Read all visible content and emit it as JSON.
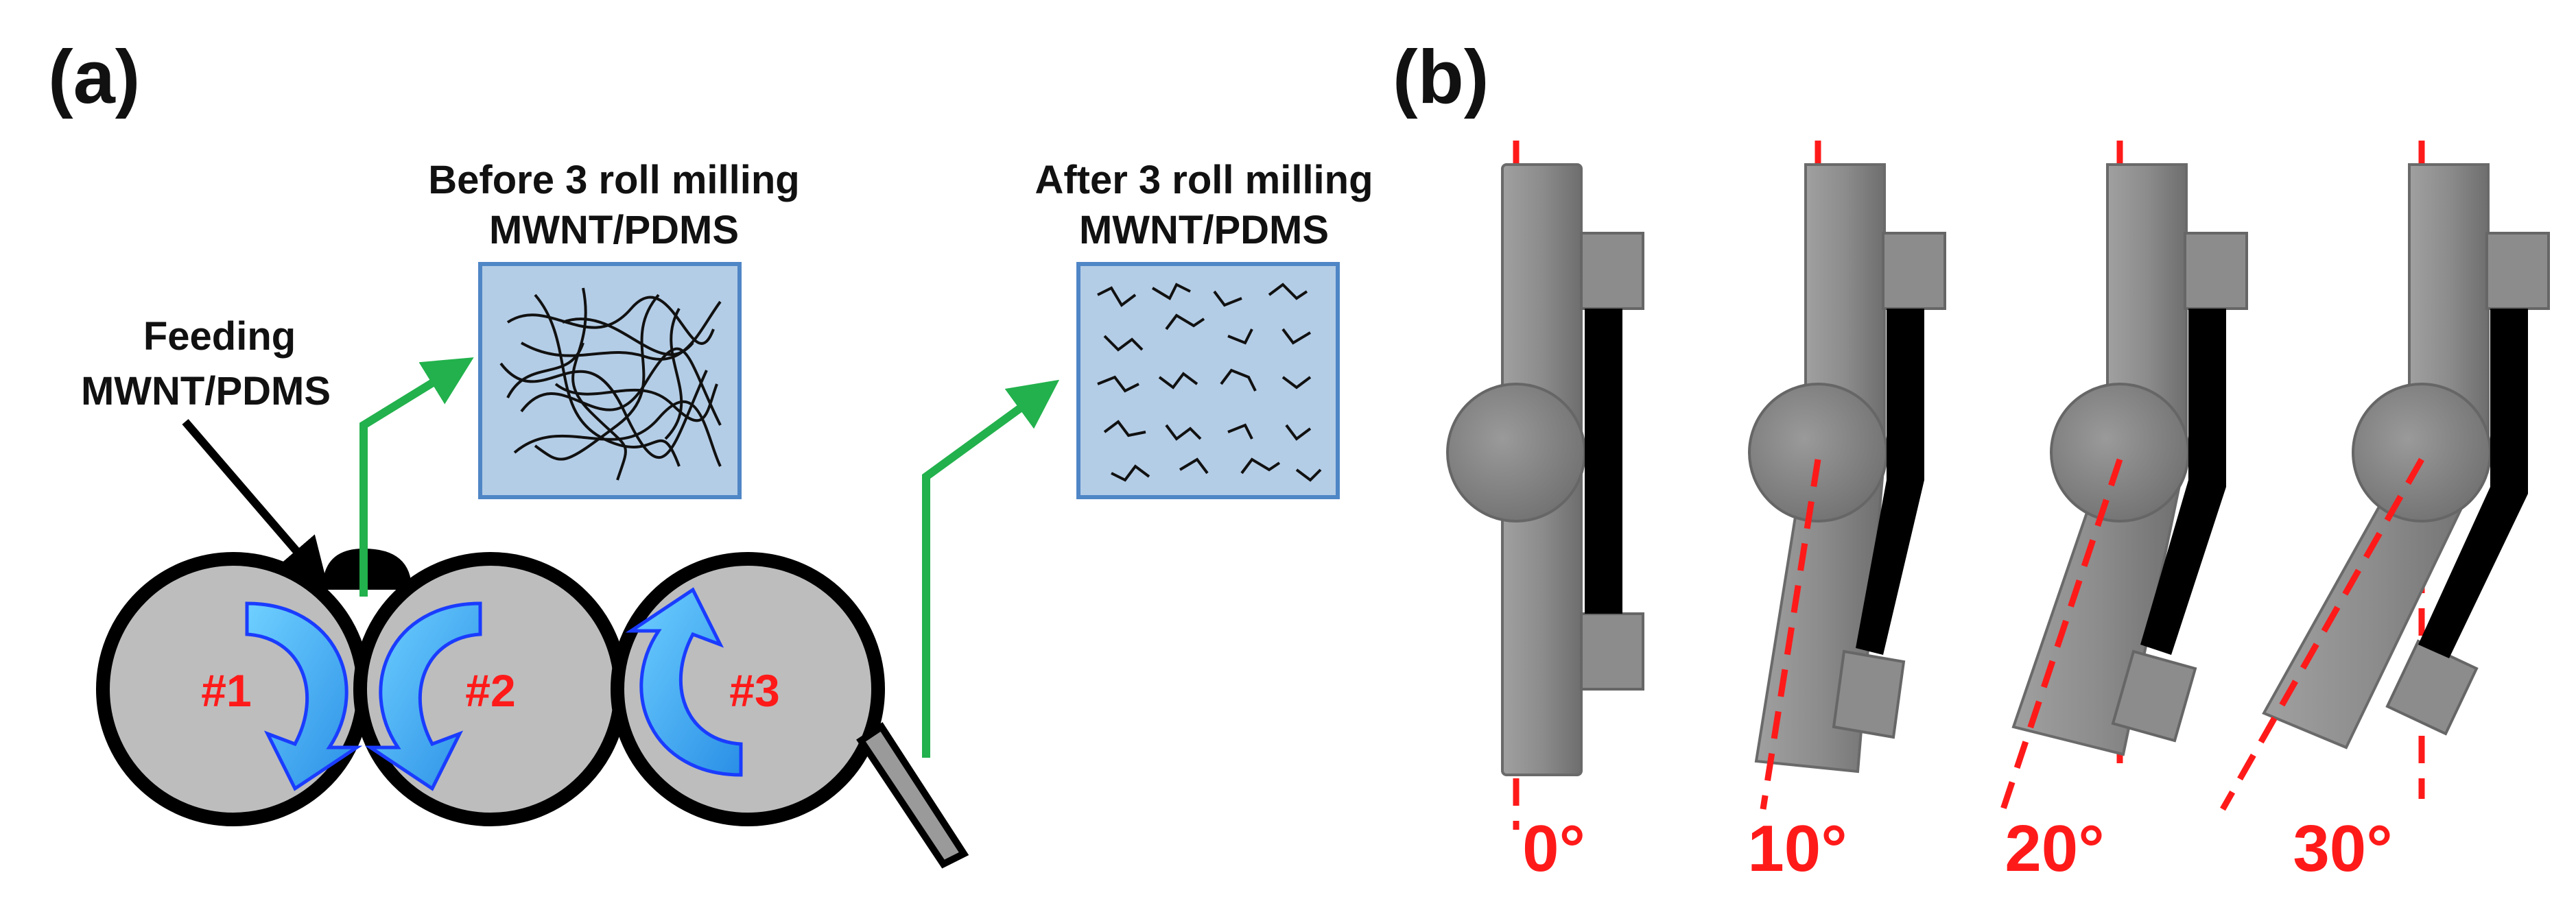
{
  "panels": {
    "a": {
      "label": "(a)",
      "feeding_label_line1": "Feeding",
      "feeding_label_line2": "MWNT/PDMS",
      "before_label_line1": "Before 3 roll milling",
      "before_label_line2": "MWNT/PDMS",
      "after_label_line1": "After 3 roll milling",
      "after_label_line2": "MWNT/PDMS",
      "rollers": [
        "#1",
        "#2",
        "#3"
      ]
    },
    "b": {
      "label": "(b)",
      "angles": [
        "0°",
        "10°",
        "20°",
        "30°"
      ]
    }
  },
  "colors": {
    "roller_fill": "#bdbdbd",
    "roller_outline": "#000000",
    "arrow_blue": "#3ab0ff",
    "arrow_outline": "#1a3cff",
    "flow_arrow_green": "#22b14c",
    "box_fill": "#b4cde6",
    "box_outline": "#4f86c6",
    "joint_gray": "#8a8a8a",
    "angle_red": "#ff1a1a"
  }
}
